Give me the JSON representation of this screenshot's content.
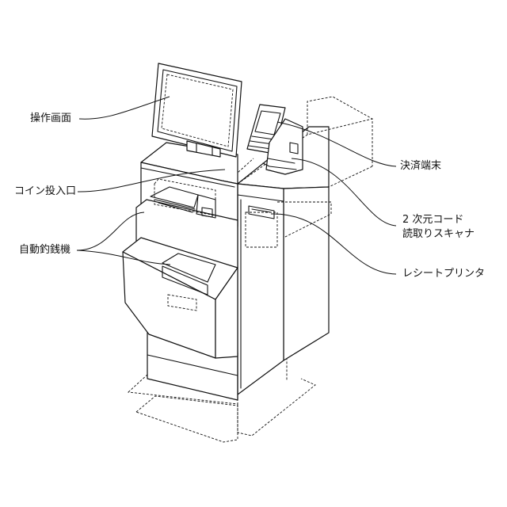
{
  "labels": {
    "screen": "操作画面",
    "coin_slot": "コイン投入口",
    "changer": "自動釣銭機",
    "payment_terminal": "決済端末",
    "scanner_line1": "2 次元コード",
    "scanner_line2": "読取りスキャナ",
    "receipt_printer": "レシートプリンタ"
  }
}
